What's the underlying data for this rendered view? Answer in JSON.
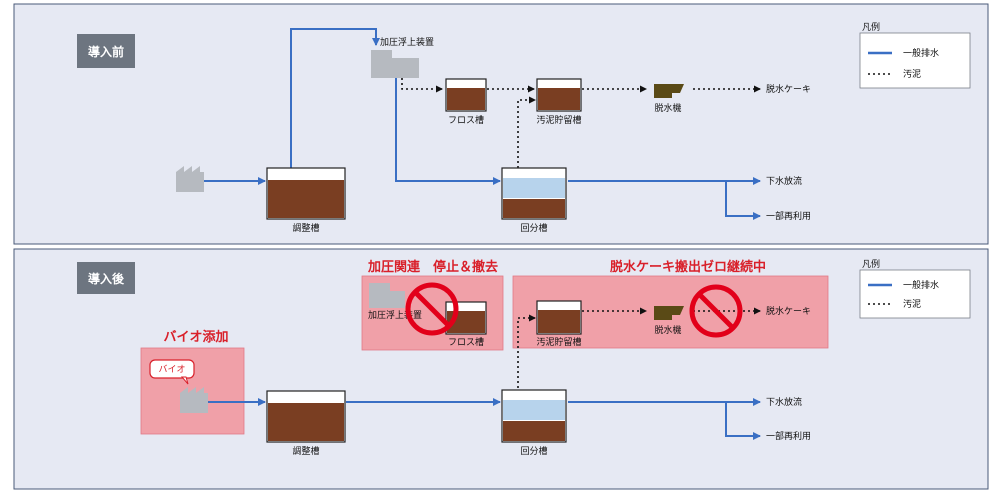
{
  "colors": {
    "panel_bg": "#e6e9f3",
    "panel_border": "#4a5a78",
    "badge_bg": "#6d7580",
    "water_line": "#3a6fc4",
    "sludge": "#7a3e22",
    "water": "#b7d3ec",
    "equipment_gray": "#b6bac0",
    "press": "#5a4a16",
    "highlight": "#f0a0a8",
    "prohibit": "#e2001a"
  },
  "icons": [
    "factory-icon",
    "prohibit-icon",
    "dewatering-machine-icon",
    "flotation-unit-icon"
  ],
  "before": {
    "badge": "導入前",
    "labels": {
      "flotation_unit": "加圧浮上装置",
      "float_tank": "フロス槽",
      "sludge_storage": "汚泥貯留槽",
      "dewatering_machine": "脱水機",
      "cake": "脱水ケーキ",
      "adjustment_tank": "調整槽",
      "separation_tank": "回分槽",
      "discharge": "下水放流",
      "reuse": "一部再利用"
    },
    "legend": {
      "title": "凡例",
      "water": "一般排水",
      "sludge": "汚泥"
    }
  },
  "after": {
    "badge": "導入後",
    "bio_title": "バイオ添加",
    "bio_tag": "バイオ",
    "stop_title": "加圧関連　停止＆撤去",
    "zero_title": "脱水ケーキ搬出ゼロ継続中",
    "labels": {
      "flotation_unit": "加圧浮上装置",
      "float_tank": "フロス槽",
      "sludge_storage": "汚泥貯留槽",
      "dewatering_machine": "脱水機",
      "cake": "脱水ケーキ",
      "adjustment_tank": "調整槽",
      "separation_tank": "回分槽",
      "discharge": "下水放流",
      "reuse": "一部再利用"
    },
    "legend": {
      "title": "凡例",
      "water": "一般排水",
      "sludge": "汚泥"
    }
  }
}
